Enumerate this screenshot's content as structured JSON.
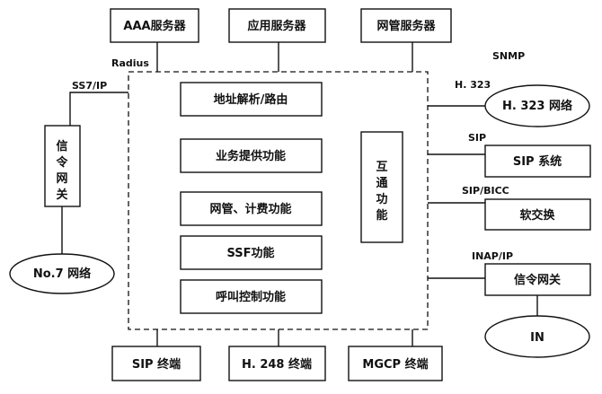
{
  "top_servers": {
    "aaa": "AAA服务器",
    "app": "应用服务器",
    "nms": "网管服务器"
  },
  "core_functions": [
    "地址解析/路由",
    "业务提供功能",
    "网管、计费功能",
    "SSF功能",
    "呼叫控制功能"
  ],
  "interworking": [
    "互",
    "通",
    "功",
    "能"
  ],
  "signaling_gateway_left": [
    "信",
    "令",
    "网",
    "关"
  ],
  "left_network": "No.7 网络",
  "right_nodes": {
    "h323_network": "H. 323 网络",
    "sip_system": "SIP 系统",
    "softswitch": "软交换",
    "signaling_gateway": "信令网关",
    "in": "IN"
  },
  "bottom_terminals": {
    "sip": "SIP 终端",
    "h248": "H. 248 终端",
    "mgcp": "MGCP 终端"
  },
  "protocol_labels": {
    "radius": "Radius",
    "snmp": "SNMP",
    "ss7ip": "SS7/IP",
    "h323": "H. 323",
    "sip": "SIP",
    "sipbicc": "SIP/BICC",
    "inapip": "INAP/IP"
  }
}
